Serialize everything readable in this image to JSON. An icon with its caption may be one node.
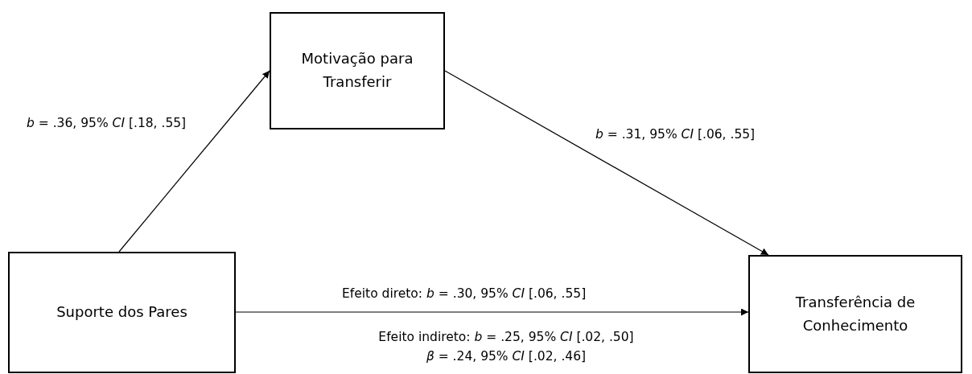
{
  "diagram": {
    "nodes": [
      {
        "text": [
          "Motivação para Transferir"
        ]
      },
      {
        "text": [
          "Suporte dos Pares"
        ]
      },
      {
        "text": [
          "Transferência de Conhecimento"
        ]
      }
    ],
    "edges": [
      {
        "from": 1,
        "to": 0,
        "arrow": "to",
        "label": "*b* = .36, 95% *CI* [.18, .55]"
      },
      {
        "from": 0,
        "to": 2,
        "arrow": "to",
        "label": "*b* = .31, 95% *CI* [.06, .55]"
      },
      {
        "from": 1,
        "to": 2,
        "arrow": "to",
        "label": "Efeito direto: *b* = .30, 95% *CI* [.06, .55]"
      }
    ],
    "labels": [
      "Efeito indireto: *b* = .25, 95% *CI* [.02, .50]",
      "*β* = .24, 95% *CI* [.02, .46]"
    ]
  }
}
